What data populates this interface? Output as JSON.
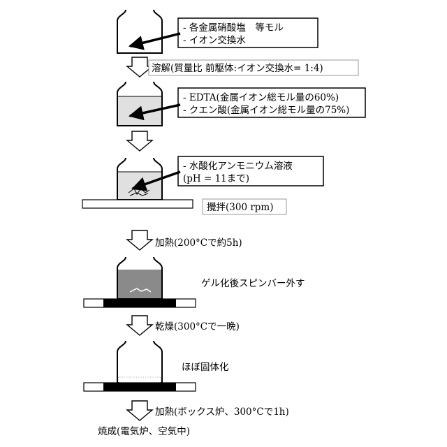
{
  "steps": {
    "s1": {
      "lines": [
        "- 各金属硝酸塩　等モル",
        "- イオン交換水"
      ]
    },
    "s2": {
      "label": "溶解(質量比 前駆体:イオン交換水= 1:4)"
    },
    "s3": {
      "lines": [
        "- EDTA(金属イオン総モル量の60%)",
        "- クエン酸(金属イオン総モル量の75%)"
      ]
    },
    "s4": {
      "lines": [
        "- 水酸化アンモニウム溶液",
        "(pH = 11まで)"
      ]
    },
    "s5": {
      "label": "攪拌(300 rpm)"
    },
    "s6": {
      "label": "加熱(200°Cで約5h)"
    },
    "s7": {
      "label": "ゲル化後スピンバー外す"
    },
    "s8": {
      "label": "乾燥(300°Cで一晩)"
    },
    "s9": {
      "label": "ほぼ固体化"
    },
    "s10": {
      "label": "加熱(ボックス炉、300°Cで1h)"
    },
    "s11": {
      "label": "焼成(電気炉、空気中)"
    }
  }
}
